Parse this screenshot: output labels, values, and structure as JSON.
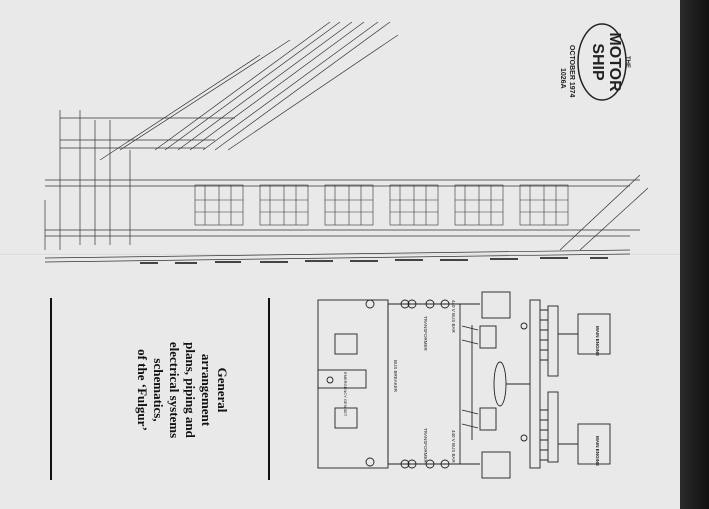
{
  "magazine": {
    "logo_line1": "THE",
    "logo_line2": "MOTOR",
    "logo_line3": "SHIP",
    "issue_month": "OCTOBER 1974",
    "page_ref": "1026A"
  },
  "caption": {
    "line1": "General",
    "line2": "arrangement",
    "line3": "plans, piping and",
    "line4": "electrical systems",
    "line5": "schematics,",
    "line6": "of the ‘Fulgur’"
  },
  "schematic": {
    "left_engine_label": "MAIN ENGINE",
    "right_engine_label": "MAIN ENGINE",
    "left_bus_label": "440 V BUS BAR",
    "right_bus_label": "440 V BUS BAR",
    "left_transformer_label": "TRANSFORMER",
    "right_transformer_label": "TRANSFORMER",
    "breaker_label": "BUS BREAKER",
    "emergency_label": "EMERGENCY GEN SET"
  },
  "colors": {
    "paper": "#e9e9e9",
    "ink": "#222222",
    "background": "#1d1d1d"
  }
}
